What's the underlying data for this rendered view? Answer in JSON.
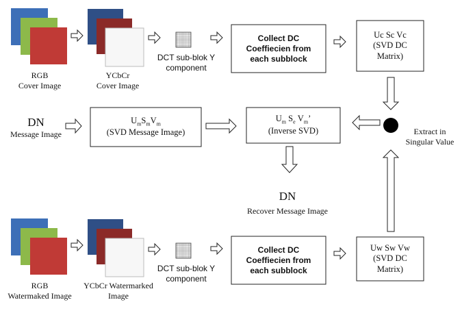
{
  "colors": {
    "red": "#c03a36",
    "green": "#8db94a",
    "blue": "#3d6fb7",
    "darkred": "#8b2a28",
    "navy": "#2f4f86",
    "white": "#f7f7f7",
    "stroke": "#222222"
  },
  "embed": {
    "rgb_line1": "RGB",
    "rgb_line2": "Cover Image",
    "ycbcr_line1": "YCbCr",
    "ycbcr_line2": "Cover Image",
    "dct_line1": "DCT sub-blok Y",
    "dct_line2": "component",
    "collect_line1": "Collect DC",
    "collect_line2": "Coeffiecien from",
    "collect_line3": "each subblock",
    "svd_line1": "Uc Sc Vc",
    "svd_line2": "(SVD DC",
    "svd_line3": "Matrix)"
  },
  "message": {
    "dn": "DN",
    "caption": "Message Image",
    "svd_line1_U": "U",
    "svd_line1_Usub": "m",
    "svd_line1_S": "S",
    "svd_line1_Ssub": "m",
    "svd_line1_V": "V",
    "svd_line1_Vsub": "m",
    "svd_line2": "(SVD Message Image)"
  },
  "inverse": {
    "U": "U",
    "Usub": "m",
    "S": "S",
    "Ssub": "e",
    "V": "V",
    "Vsub": "m",
    "prime": "’",
    "line2": "(Inverse SVD)"
  },
  "extract": {
    "line1": "Extract in",
    "line2": "Singular Value"
  },
  "recover": {
    "dn": "DN",
    "caption": "Recover Message Image"
  },
  "watermarked": {
    "rgb_line1": "RGB",
    "rgb_line2": "Watermaked Image",
    "ycbcr_line1": "YCbCr Watermarked",
    "ycbcr_line2": "Image",
    "dct_line1": "DCT sub-blok Y",
    "dct_line2": "component",
    "collect_line1": "Collect DC",
    "collect_line2": "Coeffiecien from",
    "collect_line3": "each subblock",
    "svd_line1": "Uw Sw Vw",
    "svd_line2": "(SVD DC",
    "svd_line3": "Matrix)"
  }
}
